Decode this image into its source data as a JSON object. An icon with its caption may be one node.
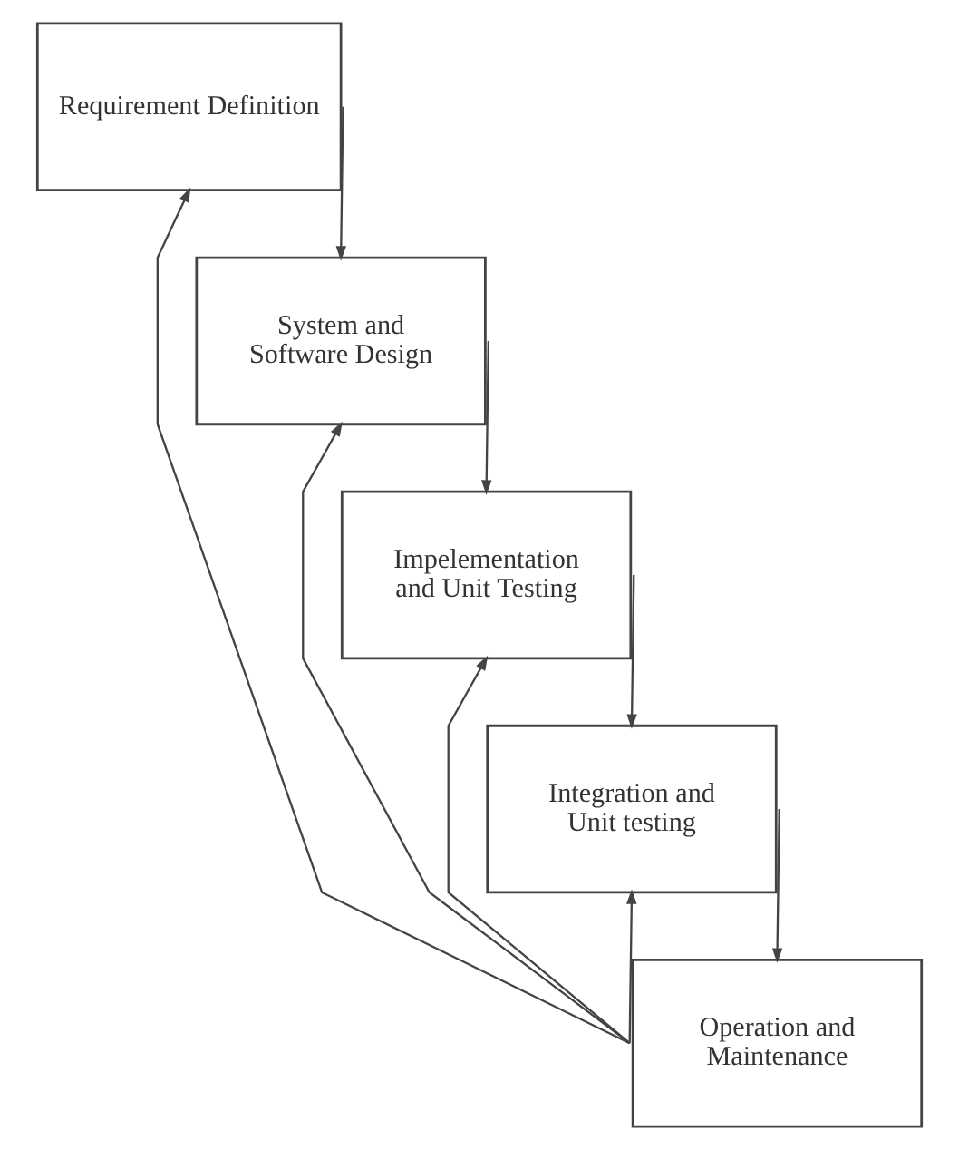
{
  "diagram": {
    "nodes": [
      {
        "text": [
          "Requirement Definition"
        ]
      },
      {
        "text": [
          "System and Software Design"
        ]
      },
      {
        "text": [
          "Impelementation and Unit Testing"
        ]
      },
      {
        "text": [
          "Integration and Unit testing"
        ]
      },
      {
        "text": [
          "Operation and Maintenance"
        ]
      }
    ],
    "edges": [
      {
        "from": 0,
        "to": 1,
        "arrow": "to"
      },
      {
        "from": 1,
        "to": 2,
        "arrow": "to"
      },
      {
        "from": 2,
        "to": 3,
        "arrow": "to"
      },
      {
        "from": 3,
        "to": 4,
        "arrow": "to"
      },
      {
        "from": 4,
        "to": 0,
        "arrow": "to"
      },
      {
        "from": 4,
        "to": 1,
        "arrow": "to"
      },
      {
        "from": 4,
        "to": 2,
        "arrow": "to"
      },
      {
        "from": 4,
        "to": 3,
        "arrow": "to"
      }
    ]
  }
}
